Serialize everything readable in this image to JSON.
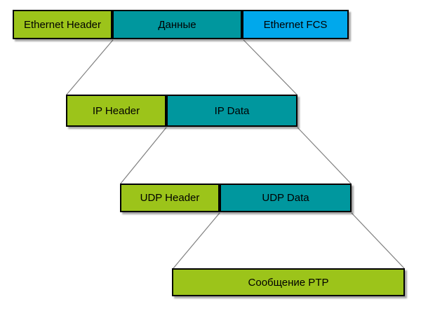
{
  "diagram": {
    "description": "PTP message encapsulation stack",
    "colors": {
      "green": "#9cc41a",
      "teal": "#00979e",
      "cyan": "#00a8ec",
      "border": "#000000",
      "connector": "#808080"
    },
    "rows": [
      {
        "name": "ethernet-frame",
        "boxes": [
          {
            "label": "Ethernet Header",
            "color": "green"
          },
          {
            "label": "Данные",
            "color": "teal"
          },
          {
            "label": "Ethernet FCS",
            "color": "cyan"
          }
        ]
      },
      {
        "name": "ip-packet",
        "boxes": [
          {
            "label": "IP Header",
            "color": "green"
          },
          {
            "label": "IP Data",
            "color": "teal"
          }
        ]
      },
      {
        "name": "udp-datagram",
        "boxes": [
          {
            "label": "UDP Header",
            "color": "green"
          },
          {
            "label": "UDP Data",
            "color": "teal"
          }
        ]
      },
      {
        "name": "ptp-message",
        "boxes": [
          {
            "label": "Сообщение PTP",
            "color": "green"
          }
        ]
      }
    ]
  }
}
